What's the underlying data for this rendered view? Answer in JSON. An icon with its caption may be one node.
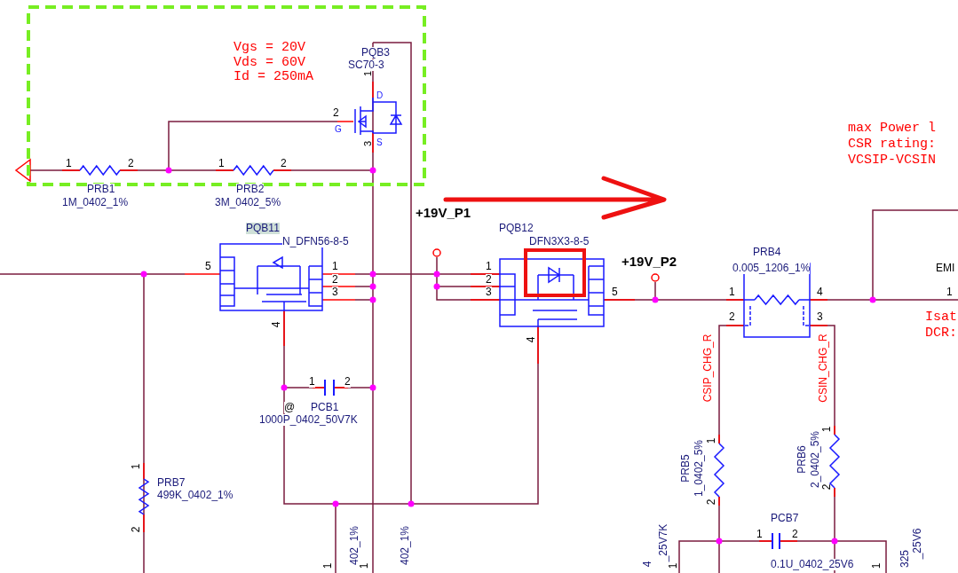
{
  "diagram": {
    "labels": [
      "Vgs = 20V Vds = 60V Id = 250mA",
      "PQB3",
      "SC70-3",
      "1",
      "D",
      "2",
      "G",
      "3",
      "S",
      "max Power l",
      "CSR rating:",
      "VCSIP-VCSIN",
      "1",
      "2",
      "1",
      "2",
      "PRB1",
      "1M_0402_1%",
      "PRB2",
      "3M_0402_5%",
      "+19V_P1",
      "PQB11",
      "PQB12",
      "N_DFN56-8-5",
      "DFN3X3-8-5",
      "PRB4",
      "5",
      "1",
      "1",
      "+19V_P2",
      "0.005_1206_1%",
      "EMI",
      "2",
      "2",
      "3",
      "3",
      "5",
      "1",
      "4",
      "1",
      "2",
      "3",
      "Isat",
      "DCR:",
      "4",
      "4",
      "CSIP_CHG_R",
      "CSIN_CHG_R",
      "1",
      "2",
      "@",
      "PCB1",
      "1000P_0402_50V7K",
      "1",
      "1",
      "PRB7",
      "499K_0402_1%",
      "1",
      "PRB6",
      "2_0402_5%",
      "PRB5",
      "1_0402_5%",
      "2",
      "2",
      "PCB7",
      "1",
      "2",
      "2",
      "402_1%",
      "402_1%",
      "_25V7K",
      "_25V6",
      "325",
      "0.1U_0402_25V6",
      "1",
      "1",
      "4",
      "1",
      "1"
    ]
  }
}
